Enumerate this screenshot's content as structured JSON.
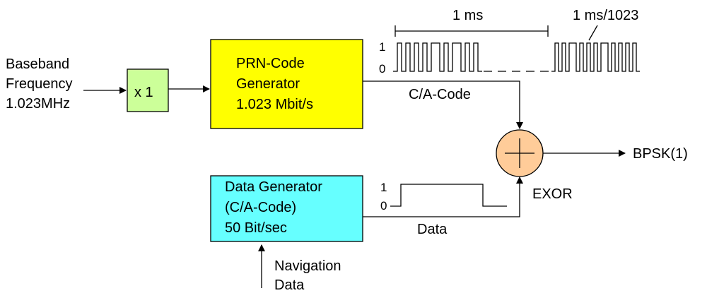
{
  "input": {
    "line1": "Baseband",
    "line2": "Frequency",
    "line3": "1.023MHz"
  },
  "multiplier": {
    "label": "x 1",
    "color": "#ccff99"
  },
  "prn_generator": {
    "line1": "PRN-Code",
    "line2": "Generator",
    "line3": "1.023 Mbit/s",
    "color": "#ffff00"
  },
  "data_generator": {
    "line1": "Data Generator",
    "line2": "(C/A-Code)",
    "line3": "50 Bit/sec",
    "color": "#66ffff"
  },
  "navigation": {
    "line1": "Navigation",
    "line2": "Data"
  },
  "code_waveform": {
    "period_label": "1 ms",
    "chip_label": "1 ms/1023",
    "level_high": "1",
    "level_low": "0",
    "signal_label": "C/A-Code"
  },
  "data_waveform": {
    "level_high": "1",
    "level_low": "0",
    "signal_label": "Data"
  },
  "exor": {
    "label": "EXOR",
    "color": "#ffcc99"
  },
  "output": {
    "label": "BPSK(1)"
  }
}
